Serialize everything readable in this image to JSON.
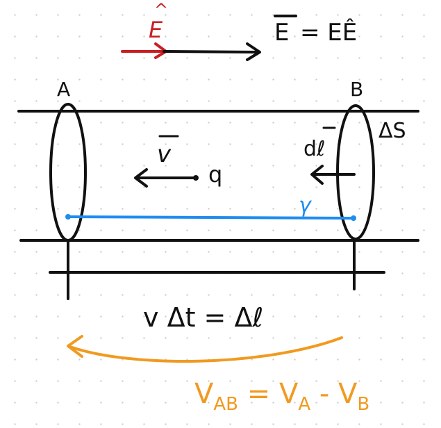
{
  "colors": {
    "ink": "#111111",
    "field_unit_vector": "#c91e22",
    "path": "#1f8cf0",
    "voltage": "#f19a20",
    "grid_dot": "#c9c9c9",
    "background": "#ffffff"
  },
  "labels": {
    "unit_vector_E": "E",
    "unit_vector_hat": "^",
    "field_equation_lhs": "E",
    "field_equation_rhs": "= EÊ",
    "endpoint_A": "A",
    "endpoint_B": "B",
    "surface_delta_s": "ΔS",
    "line_element": "dℓ",
    "velocity": "v",
    "charge": "q",
    "path_gamma": "γ",
    "displacement_relation": "v Δt = Δℓ",
    "voltage_relation": "V",
    "voltage_relation_sub_ab": "AB",
    "voltage_relation_mid": " = V",
    "voltage_relation_sub_a": "A",
    "voltage_relation_minus": " - V",
    "voltage_relation_sub_b": "B"
  },
  "icons": {
    "field_arrow": "arrow-right-icon",
    "velocity_arrow": "arrow-left-icon",
    "line_element_arrow": "arrow-left-icon",
    "voltage_arrow": "curved-arrow-left-icon"
  }
}
